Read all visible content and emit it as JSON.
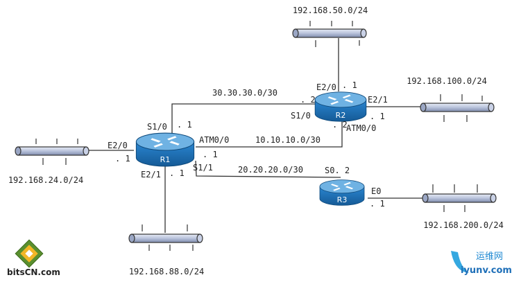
{
  "routers": [
    {
      "id": "r1",
      "name": "R1"
    },
    {
      "id": "r2",
      "name": "R2"
    },
    {
      "id": "r3",
      "name": "R3"
    }
  ],
  "networks": {
    "net_50": "192.168.50.0/24",
    "net_100": "192.168.100.0/24",
    "net_24": "192.168.24.0/24",
    "net_88": "192.168.88.0/24",
    "net_200": "192.168.200.0/24",
    "link_30": "30.30.30.0/30",
    "link_10": "10.10.10.0/30",
    "link_20": "20.20.20.0/30"
  },
  "interfaces": {
    "r1_s10": "S1/0",
    "r1_s10_ip": ". 1",
    "r1_atm": "ATM0/0",
    "r1_atm_ip": ". 1",
    "r1_s11": "S1/1",
    "r1_e20": "E2/0",
    "r1_e20_ip": ". 1",
    "r1_e21": "E2/1",
    "r1_e21_ip": ". 1",
    "r2_e20": "E2/0",
    "r2_e20_ip": ". 1",
    "r2_e21": "E2/1",
    "r2_e21_ip": ". 1",
    "r2_s10": "S1/0",
    "r2_s10_ip": ". 2",
    "r2_atm": "ATM0/0",
    "r2_atm_ip": ". 2",
    "r3_s0": "S0. 2",
    "r3_e0": "E0",
    "r3_e0_ip": ". 1"
  },
  "watermarks": {
    "left": "bitsCN.com",
    "right_cn": "运维网",
    "right_url": "iyunv.com"
  },
  "colors": {
    "router_body": "#1f6fb5",
    "router_top": "#6fb2e3",
    "segment_fill": "#c8d0e4",
    "line": "#333333"
  }
}
